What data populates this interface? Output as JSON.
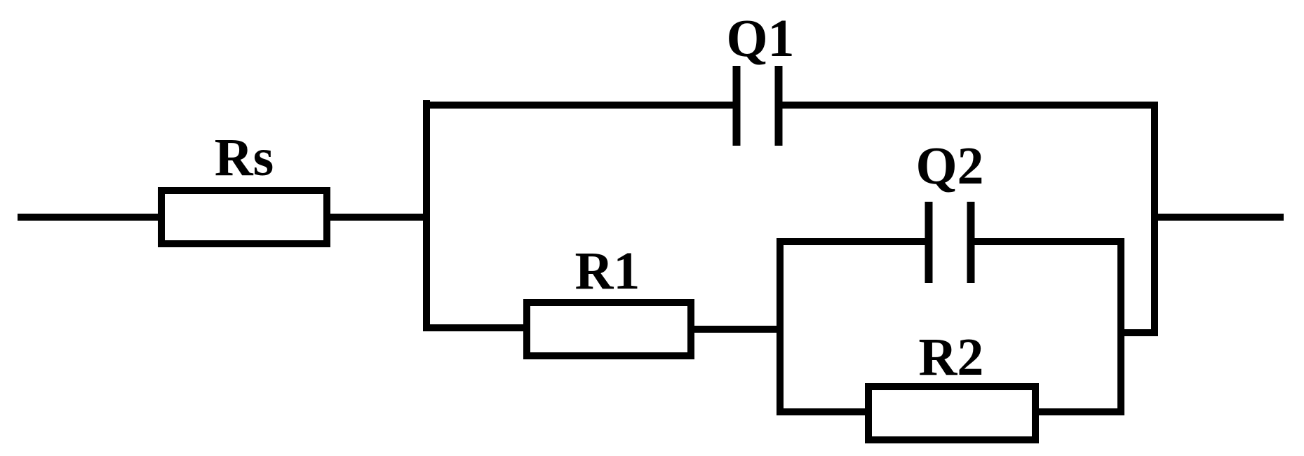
{
  "components": {
    "rs": {
      "label": "Rs"
    },
    "r1": {
      "label": "R1"
    },
    "r2": {
      "label": "R2"
    },
    "q1": {
      "label": "Q1"
    },
    "q2": {
      "label": "Q2"
    }
  },
  "colors": {
    "line": "#000000",
    "background": "#ffffff"
  }
}
